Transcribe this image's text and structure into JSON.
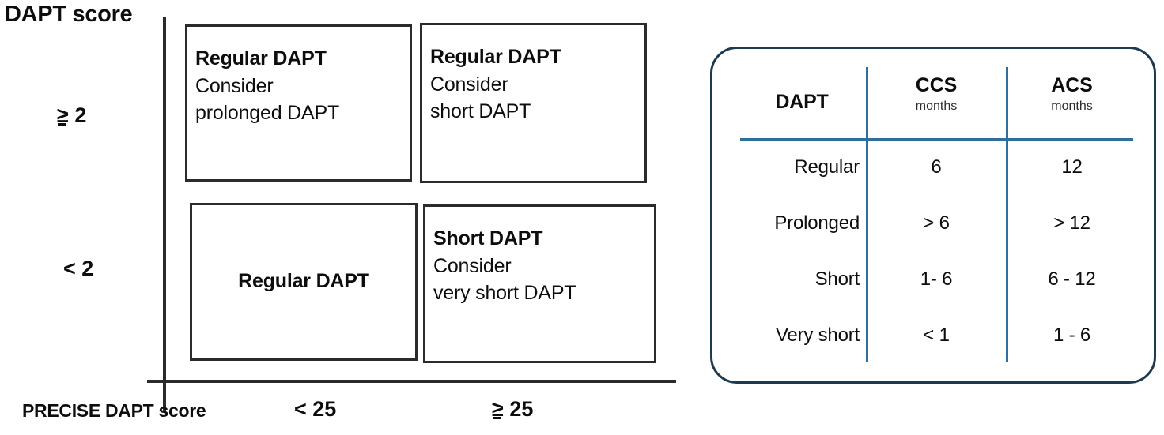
{
  "figure": {
    "y_axis": {
      "title": "DAPT score",
      "tick_high": "2",
      "tick_high_operator": "≥",
      "tick_low": "< 2"
    },
    "x_axis": {
      "title": "PRECISE DAPT score",
      "tick_low": "< 25",
      "tick_high": "25",
      "tick_high_operator": "≥"
    },
    "quadrants": {
      "top_left": {
        "title": "Regular DAPT",
        "line2": "Consider",
        "line3": "prolonged DAPT"
      },
      "top_right": {
        "title": "Regular DAPT",
        "line2": "Consider",
        "line3": "short DAPT"
      },
      "bottom_left": {
        "title": "Regular DAPT"
      },
      "bottom_right": {
        "title": "Short DAPT",
        "line2": "Consider",
        "line3": "very short DAPT"
      }
    }
  },
  "duration_table": {
    "columns": [
      {
        "main": "DAPT",
        "sub": ""
      },
      {
        "main": "CCS",
        "sub": "months"
      },
      {
        "main": "ACS",
        "sub": "months"
      }
    ],
    "rows": [
      {
        "label": "Regular",
        "ccs": "6",
        "acs": "12"
      },
      {
        "label": "Prolonged",
        "ccs": "> 6",
        "acs": "> 12"
      },
      {
        "label": "Short",
        "ccs": "1- 6",
        "acs": "6 - 12"
      },
      {
        "label": "Very short",
        "ccs": "< 1",
        "acs": "1 - 6"
      }
    ]
  },
  "colors": {
    "ink": "#0d0d0d",
    "box_border": "#2b2b2b",
    "card_border": "#1c3b50",
    "rule_blue": "#2e6f9e"
  }
}
